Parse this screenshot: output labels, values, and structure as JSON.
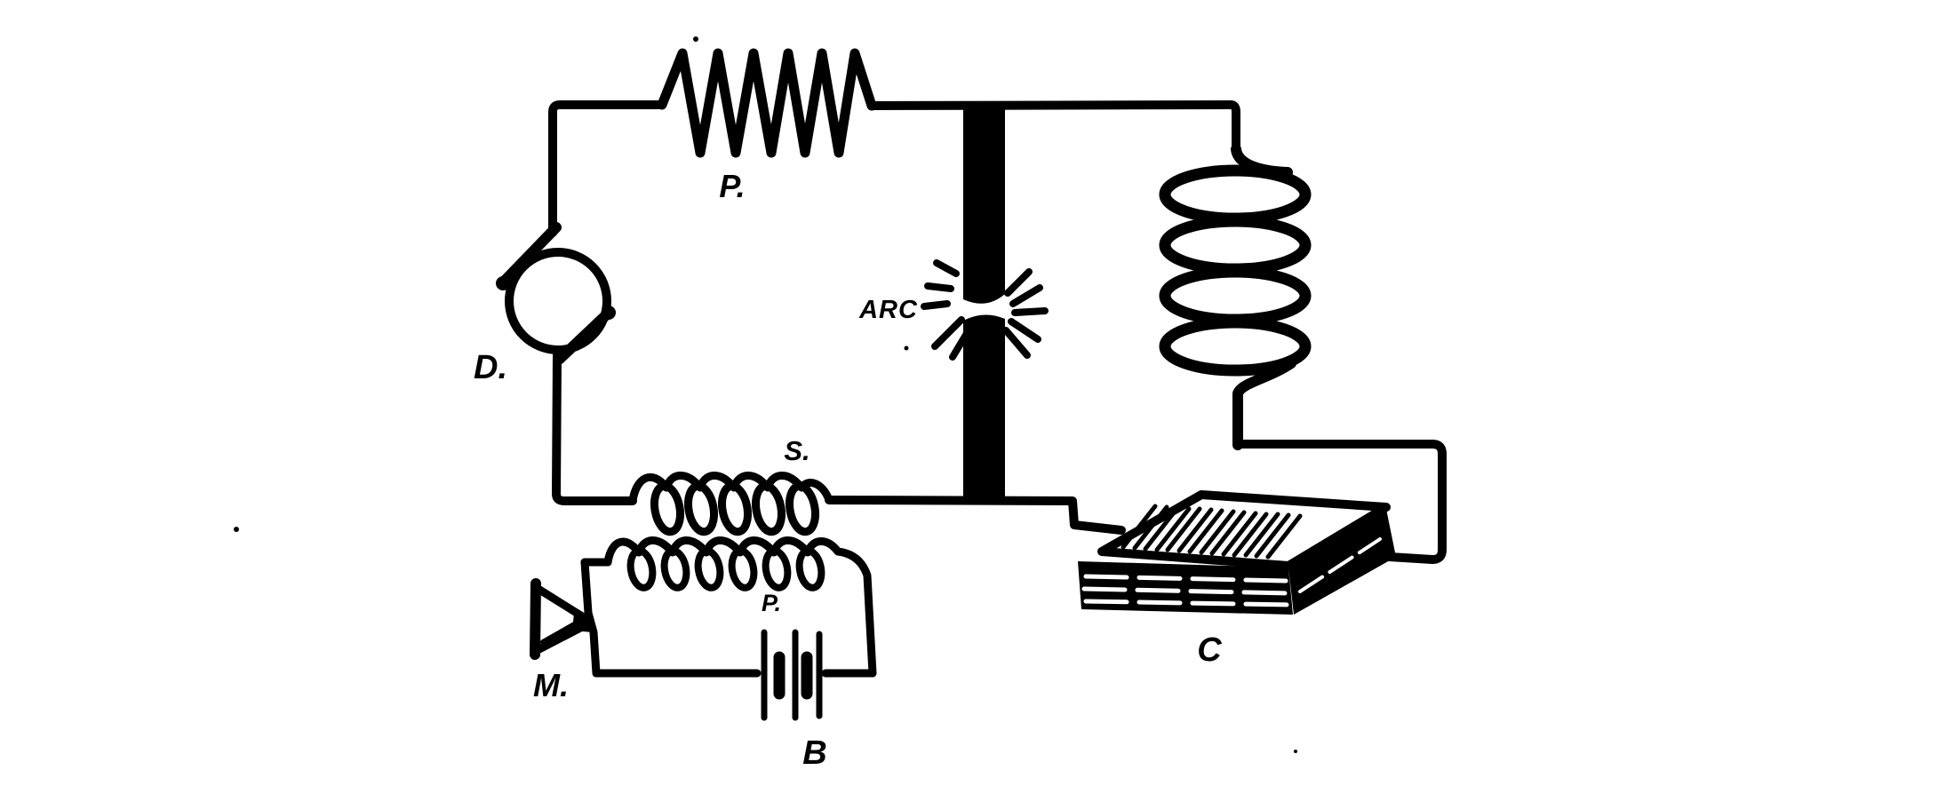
{
  "colors": {
    "ink": "#000000",
    "paper": "#ffffff"
  },
  "labels": {
    "resistor": {
      "text": "P."
    },
    "dynamo": {
      "text": "D."
    },
    "arc": {
      "text": "ARC"
    },
    "secondary_coil": {
      "text": "S."
    },
    "primary_coil": {
      "text": "P."
    },
    "microphone": {
      "text": "M."
    },
    "battery": {
      "text": "B"
    },
    "condenser": {
      "text": "C"
    }
  }
}
